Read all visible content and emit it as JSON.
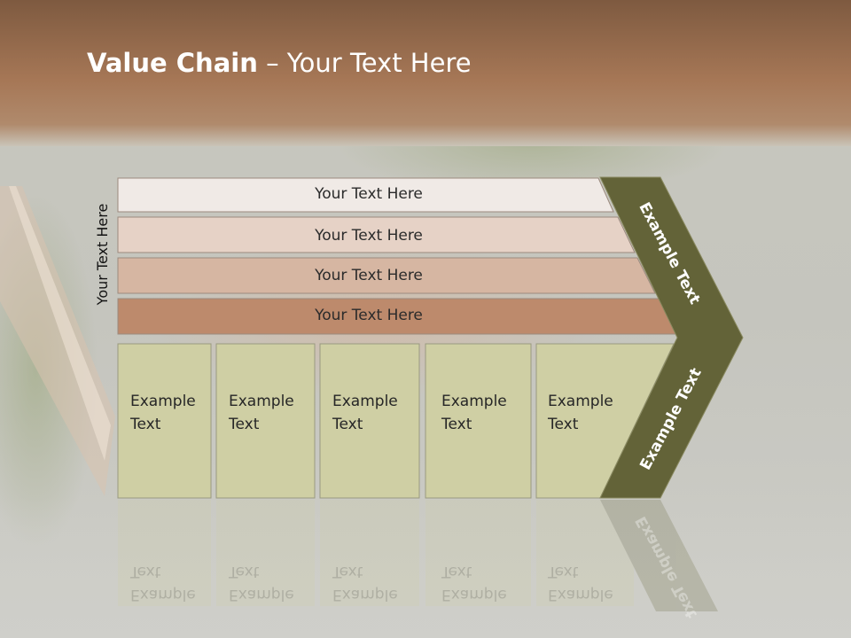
{
  "title": {
    "bold": "Value Chain",
    "rest": " – Your Text Here"
  },
  "vertical_label": "Your Text Here",
  "bands": [
    {
      "label": "Your Text Here",
      "color": "#f0eae6"
    },
    {
      "label": "Your Text Here",
      "color": "#e6d2c6"
    },
    {
      "label": "Your Text Here",
      "color": "#d6b6a2"
    },
    {
      "label": "Your Text Here",
      "color": "#bd8a6c"
    }
  ],
  "activities": [
    {
      "line1": "Example",
      "line2": "Text"
    },
    {
      "line1": "Example",
      "line2": "Text"
    },
    {
      "line1": "Example",
      "line2": "Text"
    },
    {
      "line1": "Example",
      "line2": "Text"
    },
    {
      "line1": "Example",
      "line2": "Text"
    }
  ],
  "chevron": {
    "top_label": "Example Text",
    "bottom_label": "Example Text",
    "color": "#636338"
  },
  "colors": {
    "activity_fill": "#cfcfa4",
    "header_band": "#a87a58",
    "reflection_text": "Example Text"
  }
}
